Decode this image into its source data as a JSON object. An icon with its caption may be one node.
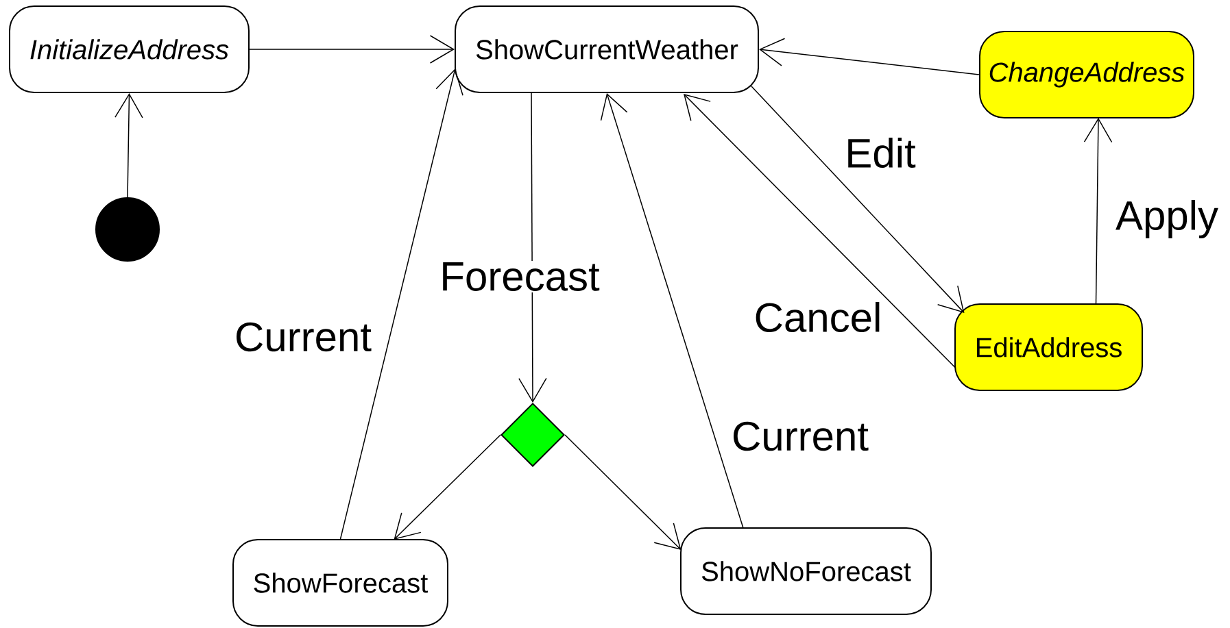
{
  "diagram": {
    "nodes": [
      {
        "text": [
          "InitializeAddress"
        ]
      },
      {
        "text": [
          "ShowCurrentWeather"
        ]
      },
      {
        "text": [
          "ChangeAddress"
        ]
      },
      {
        "text": [],
        "shape": "circle"
      },
      {
        "text": [
          "EditAddress"
        ]
      },
      {
        "text": [],
        "shape": "diamond"
      },
      {
        "text": [
          "ShowForecast"
        ]
      },
      {
        "text": [
          "ShowNoForecast"
        ]
      }
    ],
    "edges": [
      {
        "from": 0,
        "to": 1,
        "arrow": "to"
      },
      {
        "from": 3,
        "to": 0,
        "arrow": "to"
      },
      {
        "from": 2,
        "to": 1,
        "arrow": "to"
      },
      {
        "from": 1,
        "to": 4,
        "arrow": "to",
        "label": "Edit"
      },
      {
        "from": 4,
        "to": 1,
        "arrow": "to",
        "label": "Cancel"
      },
      {
        "from": 4,
        "to": 2,
        "arrow": "to",
        "label": "Apply"
      },
      {
        "from": 1,
        "to": 5,
        "arrow": "to",
        "label": "Forecast"
      },
      {
        "from": 5,
        "to": 6,
        "arrow": "to"
      },
      {
        "from": 5,
        "to": 7,
        "arrow": "to"
      },
      {
        "from": 6,
        "to": 1,
        "arrow": "to",
        "label": "Current"
      },
      {
        "from": 7,
        "to": 1,
        "arrow": "to",
        "label": "Current"
      }
    ]
  }
}
